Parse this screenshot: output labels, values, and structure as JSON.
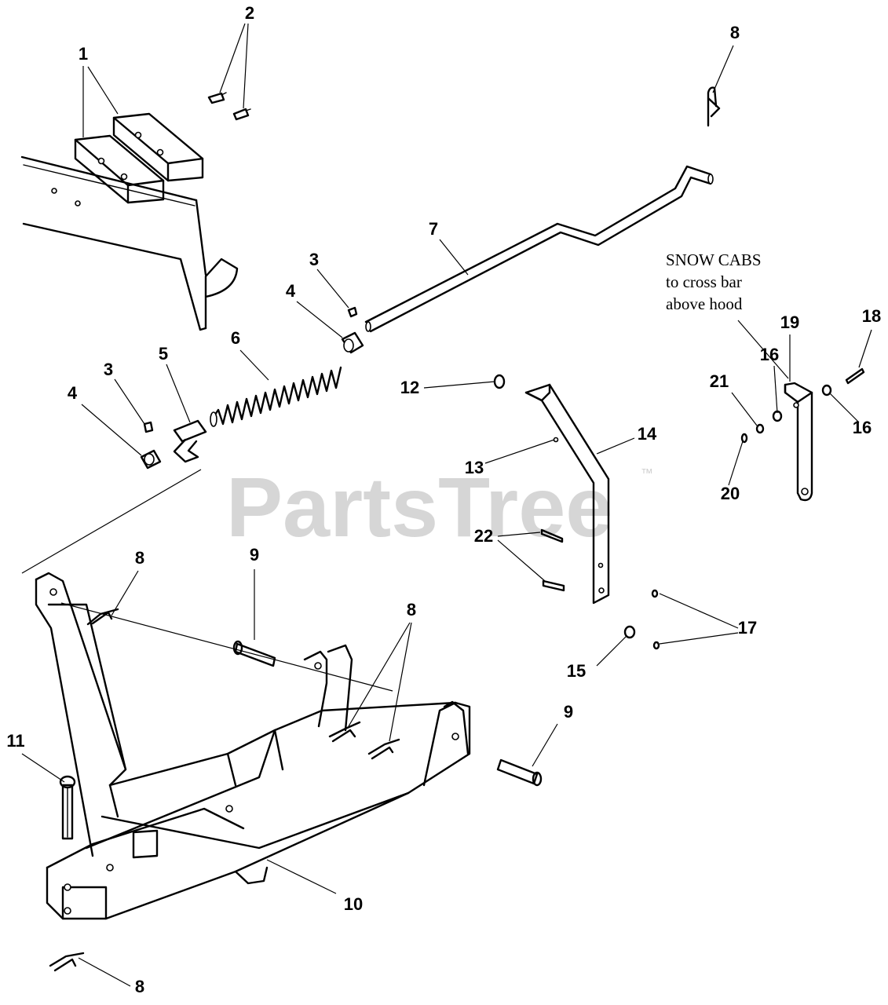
{
  "watermark": {
    "text": "PartsTree",
    "trademark": "™"
  },
  "note": {
    "line1": "SNOW CABS",
    "line2": "to cross bar",
    "line3": "above hood"
  },
  "callouts": {
    "c1": "1",
    "c2": "2",
    "c3a": "3",
    "c3b": "3",
    "c4a": "4",
    "c4b": "4",
    "c5": "5",
    "c6": "6",
    "c7": "7",
    "c8a": "8",
    "c8b": "8",
    "c8c": "8",
    "c8d": "8",
    "c9a": "9",
    "c9b": "9",
    "c10": "10",
    "c11": "11",
    "c12": "12",
    "c13": "13",
    "c14": "14",
    "c15": "15",
    "c16a": "16",
    "c16b": "16",
    "c17": "17",
    "c18": "18",
    "c19": "19",
    "c20": "20",
    "c21": "21",
    "c22": "22"
  }
}
